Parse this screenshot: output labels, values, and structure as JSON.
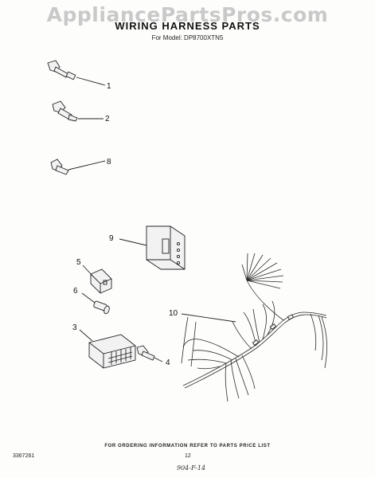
{
  "header": {
    "watermark": "AppliancePartsPros.com",
    "title": "WIRING HARNESS PARTS",
    "model": "For Model: DP8700XTN5"
  },
  "callouts": {
    "c1": "1",
    "c2": "2",
    "c8": "8",
    "c9": "9",
    "c5": "5",
    "c6": "6",
    "c10": "10",
    "c3": "3",
    "c4": "4"
  },
  "footer": {
    "order_note": "FOR ORDERING INFORMATION REFER TO PARTS PRICE LIST",
    "part_number": "3367261",
    "page_number": "12",
    "handwritten": "904-F-14"
  }
}
